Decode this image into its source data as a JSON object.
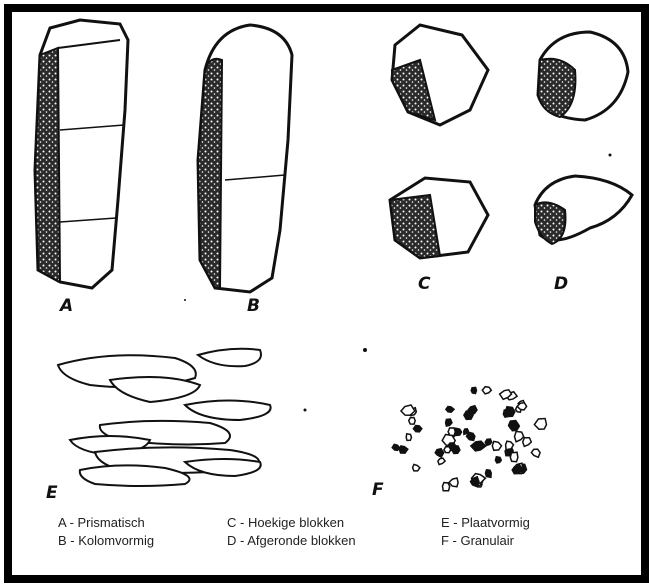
{
  "figure": {
    "panel_letters": {
      "a": "A",
      "b": "B",
      "c": "C",
      "d": "D",
      "e": "E",
      "f": "F"
    },
    "legend": {
      "a": "A - Prismatisch",
      "b": "B - Kolomvormig",
      "c": "C - Hoekige blokken",
      "d": "D - Afgeronde blokken",
      "e": "E - Plaatvormig",
      "f": "F - Granulair"
    },
    "colors": {
      "ink": "#111111",
      "frame": "#000000",
      "paper": "#ffffff"
    }
  }
}
